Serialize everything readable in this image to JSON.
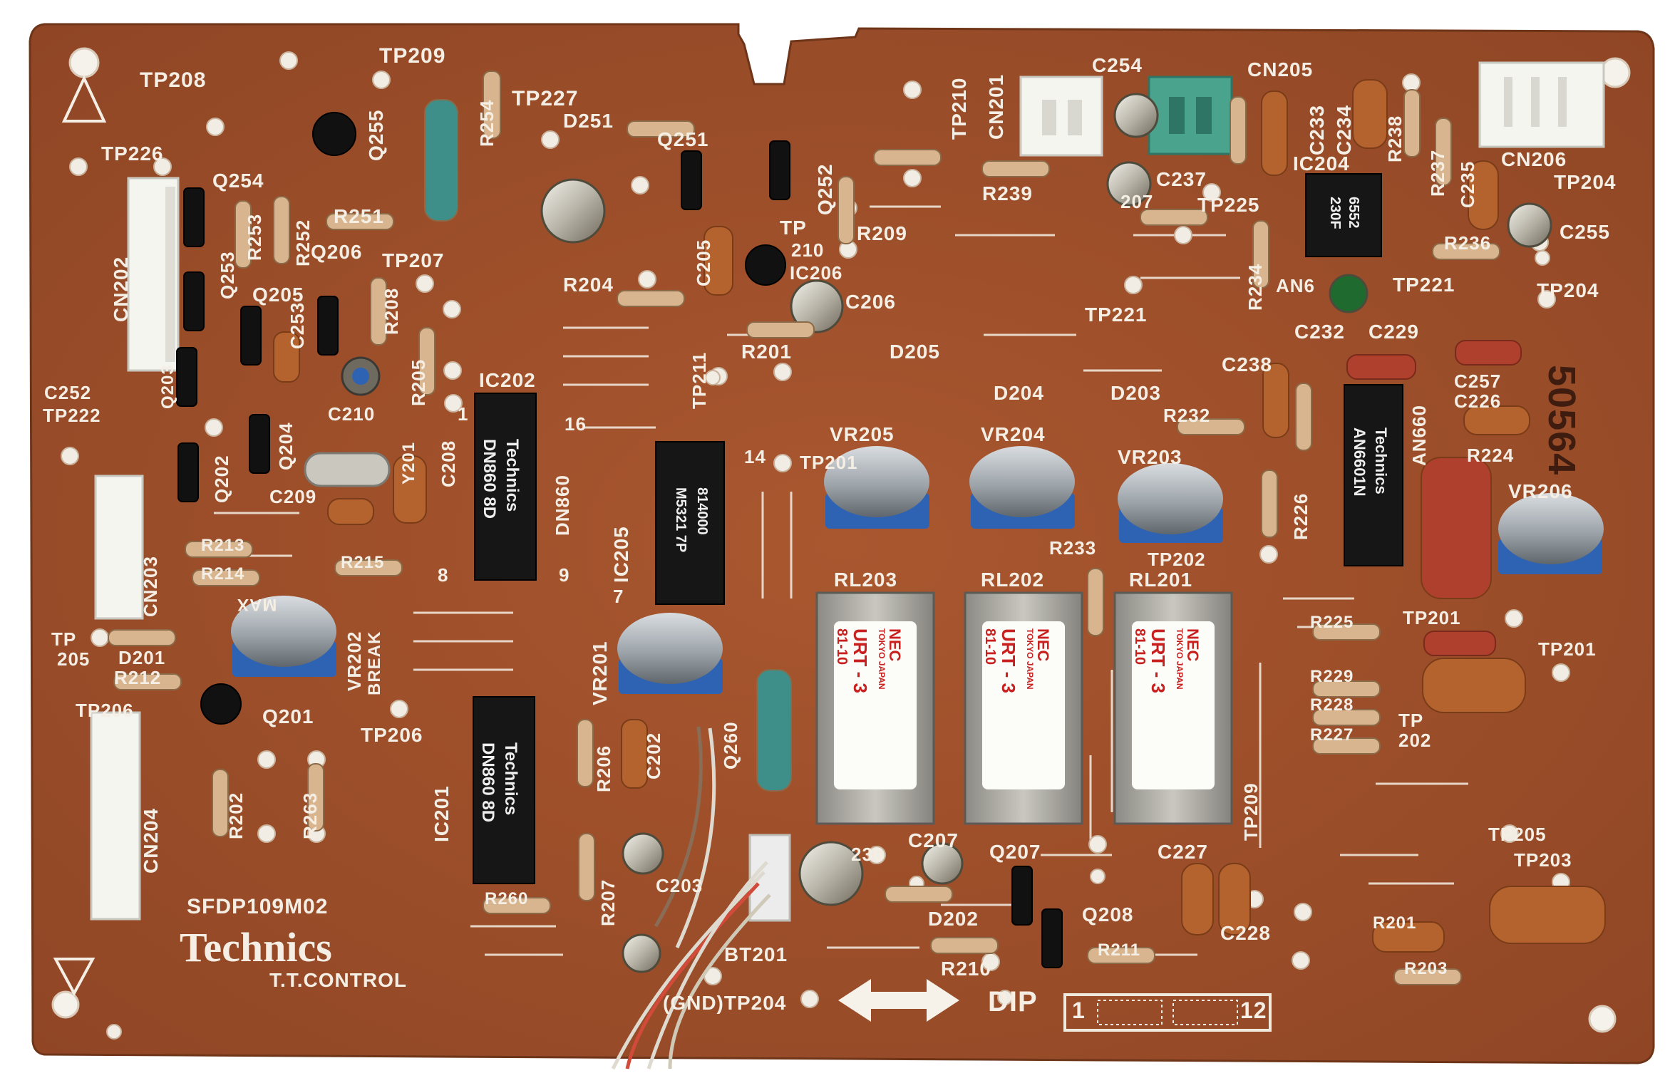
{
  "board": {
    "part_number": "SFDP109M02",
    "brand": "Technics",
    "function": "T.T.CONTROL",
    "dip_label": "DIP",
    "dip_start": "1",
    "dip_end": "12",
    "side_number": "50564"
  },
  "ic_markings": {
    "ic202": [
      "Technics",
      "DN860 8D"
    ],
    "ic201": [
      "Technics",
      "DN860 8D"
    ],
    "ic205": [
      "814000",
      "M5321 7P"
    ],
    "ic203": [
      "Technics",
      "AN6601N"
    ],
    "ic204": [
      "6552",
      "230F"
    ]
  },
  "relay_markings": {
    "brand": "NEC",
    "maker": "TOKYO JAPAN",
    "model": "URT - 3",
    "lot": "81-10"
  },
  "labels": [
    "TP208",
    "TP209",
    "TP227",
    "D251",
    "Q251",
    "Q252",
    "TP210",
    "CN201",
    "C254",
    "CN205",
    "C233",
    "C234",
    "CN206",
    "TP226",
    "Q254",
    "Q255",
    "R254",
    "R253",
    "R252",
    "Q253",
    "Q206",
    "TP207",
    "R251",
    "Q205",
    "R208",
    "C253",
    "R205",
    "CN202",
    "C252",
    "TP222",
    "C210",
    "Q204",
    "Q202",
    "Q203",
    "C209",
    "R214",
    "R213",
    "R215",
    "Y201",
    "C208",
    "IC202",
    "DN860",
    "16",
    "9",
    "8",
    "1",
    "IC205",
    "14",
    "7",
    "R204",
    "C205",
    "R201",
    "TP211",
    "IC206",
    "C206",
    "TP221",
    "R209",
    "TP",
    "210",
    "R239",
    "C237",
    "207",
    "TP225",
    "IC204",
    "R234",
    "AN6",
    "TP221",
    "C232",
    "C229",
    "C238",
    "R238",
    "R237",
    "C235",
    "R236",
    "C255",
    "TP204",
    "TP204",
    "D205",
    "D204",
    "D203",
    "VR205",
    "VR204",
    "VR203",
    "TP201",
    "R232",
    "R226",
    "R233",
    "TP202",
    "RL203",
    "RL202",
    "RL201",
    "C257",
    "C226",
    "R224",
    "AN660",
    "VR206",
    "TP201",
    "TP201",
    "R225",
    "R229",
    "R228",
    "R227",
    "TP",
    "202",
    "TP205",
    "TP203",
    "CN203",
    "TP",
    "205",
    "D201",
    "R212",
    "MAX",
    "VR202",
    "BREAK",
    "Q201",
    "TP206",
    "TP206",
    "CN204",
    "R202",
    "R263",
    "IC201",
    "VR201",
    "R206",
    "C202",
    "Q260",
    "R207",
    "R260",
    "C203",
    "BT201",
    "236",
    "C207",
    "Q207",
    "Q208",
    "D202",
    "R210",
    "R211",
    "C227",
    "C228",
    "R201",
    "R203",
    "TP209",
    "(GND)TP204"
  ]
}
